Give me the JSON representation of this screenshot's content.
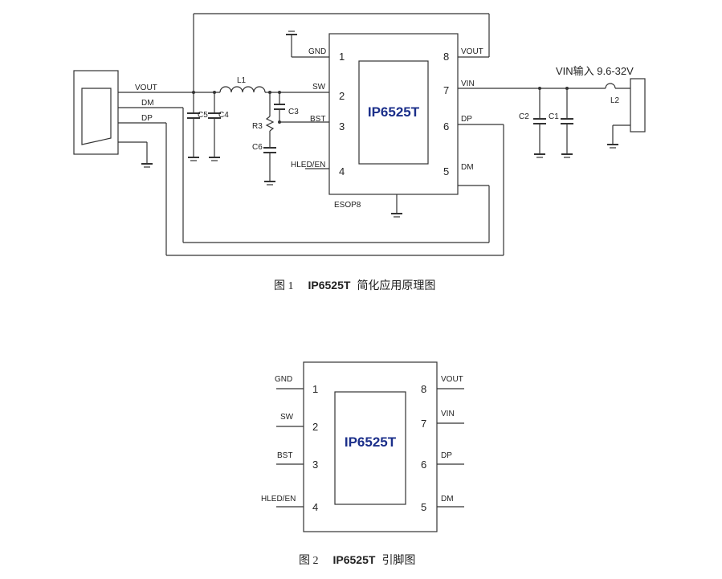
{
  "figure1": {
    "chip_name": "IP6525T",
    "package": "ESOP8",
    "left_pins": [
      {
        "num": "1",
        "name": "GND"
      },
      {
        "num": "2",
        "name": "SW"
      },
      {
        "num": "3",
        "name": "BST"
      },
      {
        "num": "4",
        "name": "HLED/EN"
      }
    ],
    "right_pins": [
      {
        "num": "8",
        "name": "VOUT"
      },
      {
        "num": "7",
        "name": "VIN"
      },
      {
        "num": "6",
        "name": "DP"
      },
      {
        "num": "5",
        "name": "DM"
      }
    ],
    "usb_labels": {
      "vout": "VOUT",
      "dm": "DM",
      "dp": "DP"
    },
    "components": {
      "l1": "L1",
      "c5": "C5",
      "c4": "C4",
      "c3": "C3",
      "r3": "R3",
      "c6": "C6",
      "c2": "C2",
      "c1": "C1",
      "l2": "L2"
    },
    "vin_label": "VIN输入 9.6-32V",
    "caption_prefix": "图 1",
    "caption_chip": "IP6525T",
    "caption_suffix": "简化应用原理图"
  },
  "figure2": {
    "chip_name": "IP6525T",
    "left_pins": [
      {
        "num": "1",
        "name": "GND"
      },
      {
        "num": "2",
        "name": "SW"
      },
      {
        "num": "3",
        "name": "BST"
      },
      {
        "num": "4",
        "name": "HLED/EN"
      }
    ],
    "right_pins": [
      {
        "num": "8",
        "name": "VOUT"
      },
      {
        "num": "7",
        "name": "VIN"
      },
      {
        "num": "6",
        "name": "DP"
      },
      {
        "num": "5",
        "name": "DM"
      }
    ],
    "caption_prefix": "图 2",
    "caption_chip": "IP6525T",
    "caption_suffix": "引脚图"
  }
}
